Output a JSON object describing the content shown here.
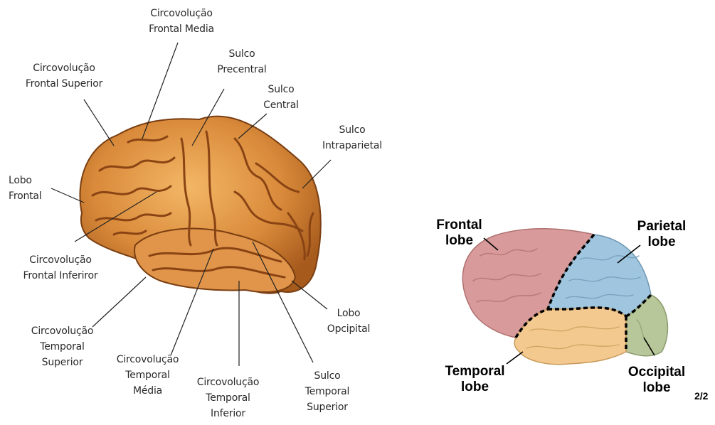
{
  "left_diagram": {
    "labels": {
      "frontal_media": "Circovolução\nFrontal Media",
      "sulco_precentral": "Sulco\nPrecentral",
      "sulco_central": "Sulco\nCentral",
      "frontal_superior": "Circovolução\nFrontal Superior",
      "sulco_intraparietal": "Sulco\nIntraparietal",
      "lobo_frontal": "Lobo\nFrontal",
      "frontal_inferior": "Circovolução\nFrontal Inferiror",
      "lobo_occipital": "Lobo\nOpcipital",
      "temporal_superior": "Circovolução\nTemporal\nSuperior",
      "temporal_media": "Circovolução\nTemporal\nMédia",
      "temporal_inferior": "Circovolução\nTemporal\nInferior",
      "sulco_temporal_superior": "Sulco\nTemporal\nSuperior"
    }
  },
  "right_diagram": {
    "labels": {
      "frontal": "Frontal\nlobe",
      "parietal": "Parietal\nlobe",
      "temporal": "Temporal\nlobe",
      "occipital": "Occipital\nlobe"
    },
    "colors": {
      "frontal": "#d89a9a",
      "parietal": "#9fc6de",
      "temporal": "#f4c98f",
      "occipital": "#b8c79a"
    }
  },
  "pager": "2/2"
}
